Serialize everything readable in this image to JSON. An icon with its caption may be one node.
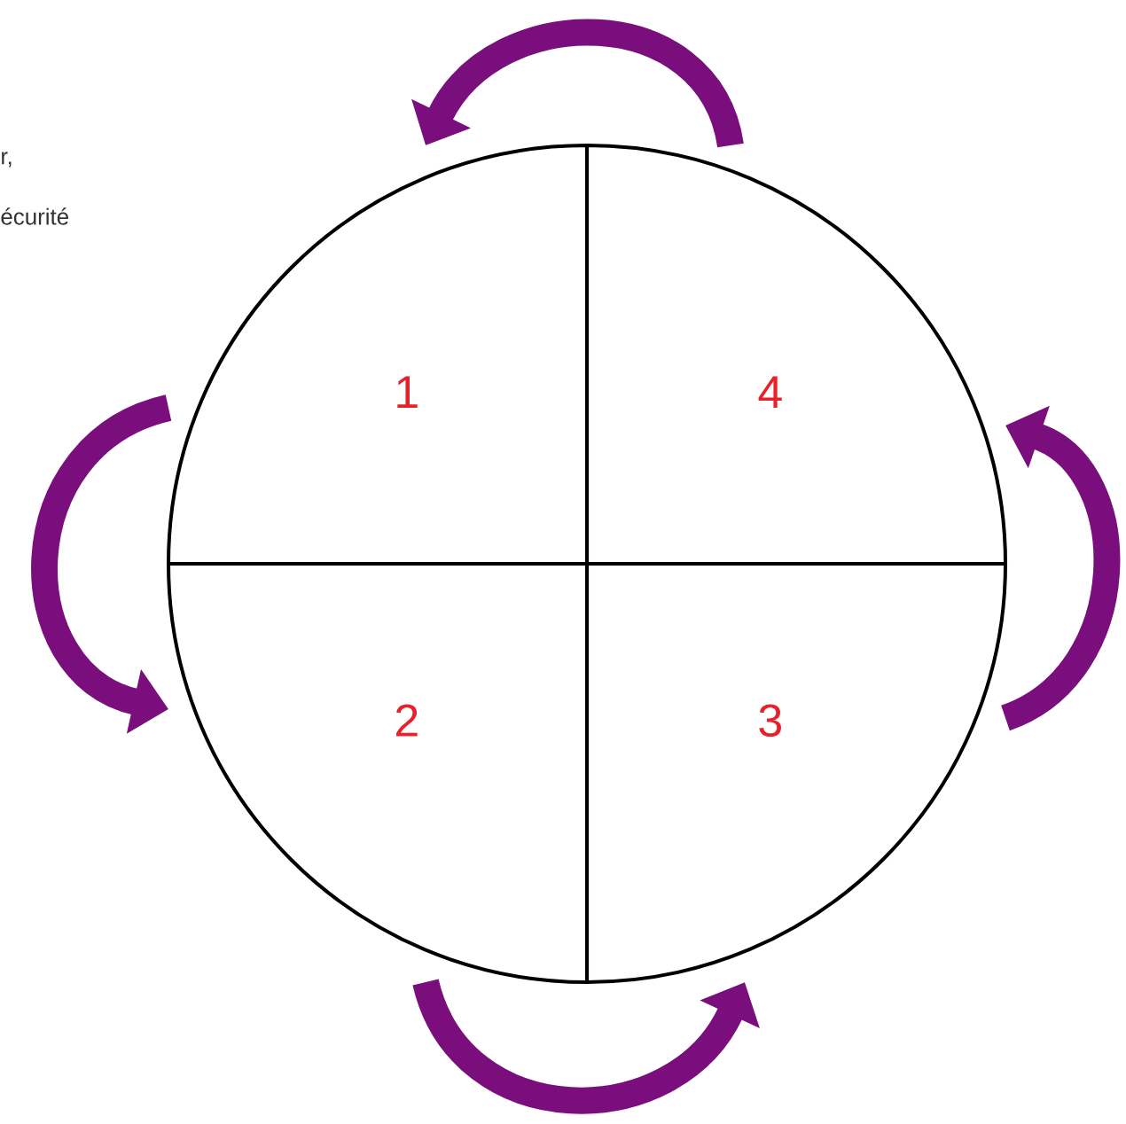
{
  "diagram": {
    "nodes": [
      {
        "text": [
          "1"
        ]
      },
      {
        "text": [
          "4"
        ]
      },
      {
        "text": [
          "2"
        ]
      },
      {
        "text": [
          "3"
        ]
      }
    ],
    "edges": [
      {
        "from": 1,
        "to": 0,
        "arrow": "to"
      },
      {
        "from": 0,
        "to": 2,
        "arrow": "to"
      },
      {
        "from": 2,
        "to": 3,
        "arrow": "to"
      },
      {
        "from": 3,
        "to": 1,
        "arrow": "to"
      }
    ],
    "labels": [
      "r,",
      "écurité"
    ]
  }
}
